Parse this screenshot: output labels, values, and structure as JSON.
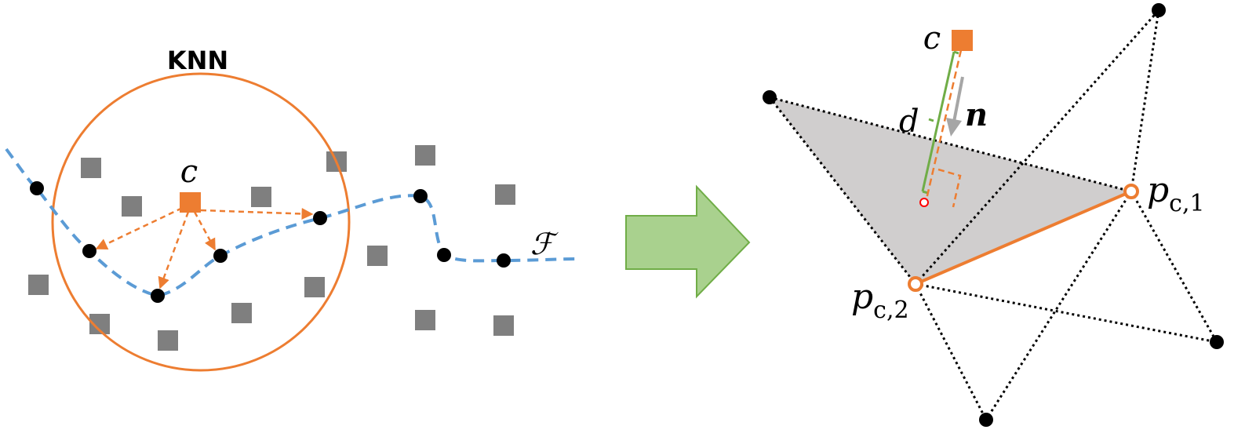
{
  "left_panel": {
    "knn_label": "KNN",
    "centroid_label": "c",
    "curve_label": "ℱ"
  },
  "right_panel": {
    "centroid_label": "c",
    "distance_label": "d",
    "normal_label": "n",
    "vertex_labels": [
      {
        "base": "p",
        "sub": "c,1"
      },
      {
        "base": "p",
        "sub": "c,2"
      }
    ]
  },
  "colors": {
    "orange": "#ed7d31",
    "blue": "#5b9bd5",
    "gray_square": "#7f7f7f",
    "green_line": "#70ad47",
    "arrow_fill": "#a9d18e",
    "arrow_stroke": "#70ad47",
    "triangle_fill": "#d0cece",
    "foot_point": "#ff0000",
    "normal_arrow": "#a6a6a6"
  }
}
